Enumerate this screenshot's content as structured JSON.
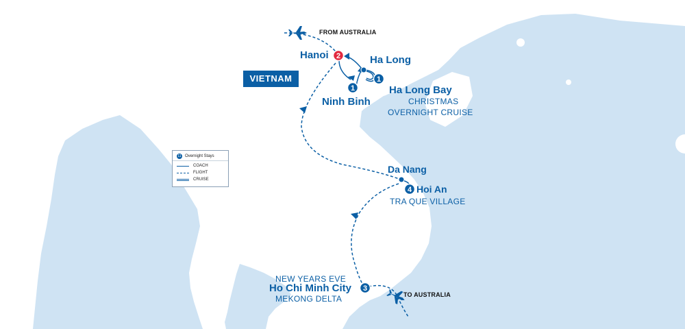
{
  "country": "VIETNAM",
  "cities": {
    "hanoi": {
      "name": "Hanoi",
      "nights": "2"
    },
    "ha_long": {
      "name": "Ha Long"
    },
    "ha_long_bay": {
      "name": "Ha Long Bay",
      "line1": "CHRISTMAS",
      "line2": "OVERNIGHT CRUISE",
      "nights": "1"
    },
    "ninh_binh": {
      "name": "Ninh Binh",
      "nights": "1"
    },
    "da_nang": {
      "name": "Da Nang"
    },
    "hoi_an": {
      "name": "Hoi An",
      "sub": "TRA QUE VILLAGE",
      "nights": "4"
    },
    "hcmc": {
      "name": "Ho Chi Minh City",
      "above": "NEW YEARS EVE",
      "below": "MEKONG DELTA",
      "nights": "3"
    }
  },
  "flights": {
    "from": "FROM AUSTRALIA",
    "to": "TO AUSTRALIA"
  },
  "legend": {
    "badge": "11",
    "title": "Overnight Stays",
    "coach": "COACH",
    "flight": "FLIGHT",
    "cruise": "CRUISE"
  },
  "colors": {
    "sea": "#cfe3f3",
    "land": "#ffffff",
    "route": "#0b5fa5",
    "accent": "#e2293f"
  }
}
